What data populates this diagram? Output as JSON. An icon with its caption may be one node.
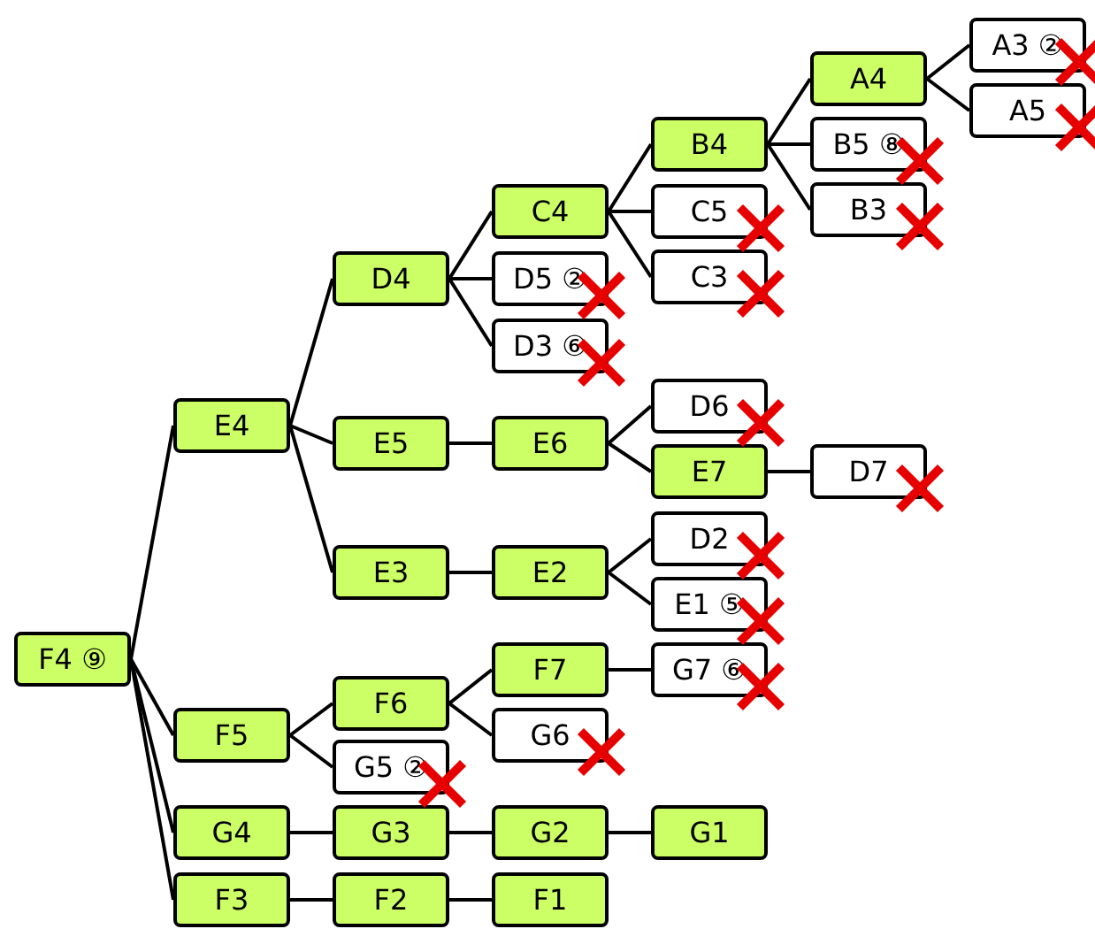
{
  "diagram": {
    "nodes": [
      {
        "text": [
          "F4 ⑨"
        ]
      },
      {
        "text": [
          "E4"
        ]
      },
      {
        "text": [
          "D4"
        ]
      },
      {
        "text": [
          "C4"
        ]
      },
      {
        "text": [
          "B4"
        ]
      },
      {
        "text": [
          "A4"
        ]
      },
      {
        "text": [
          "A3 ②"
        ]
      },
      {
        "text": [
          "A5"
        ]
      },
      {
        "text": [
          "B5 ⑧"
        ]
      },
      {
        "text": [
          "B3"
        ]
      },
      {
        "text": [
          "C5"
        ]
      },
      {
        "text": [
          "C3"
        ]
      },
      {
        "text": [
          "D5 ②"
        ]
      },
      {
        "text": [
          "D3 ⑥"
        ]
      },
      {
        "text": [
          "E5"
        ]
      },
      {
        "text": [
          "E6"
        ]
      },
      {
        "text": [
          "D6"
        ]
      },
      {
        "text": [
          "E7"
        ]
      },
      {
        "text": [
          "D7"
        ]
      },
      {
        "text": [
          "E3"
        ]
      },
      {
        "text": [
          "E2"
        ]
      },
      {
        "text": [
          "D2"
        ]
      },
      {
        "text": [
          "E1 ⑤"
        ]
      },
      {
        "text": [
          "F5"
        ]
      },
      {
        "text": [
          "F6"
        ]
      },
      {
        "text": [
          "F7"
        ]
      },
      {
        "text": [
          "G7 ⑥"
        ]
      },
      {
        "text": [
          "G6"
        ]
      },
      {
        "text": [
          "G5 ②"
        ]
      },
      {
        "text": [
          "G4"
        ]
      },
      {
        "text": [
          "G3"
        ]
      },
      {
        "text": [
          "G2"
        ]
      },
      {
        "text": [
          "G1"
        ]
      },
      {
        "text": [
          "F3"
        ]
      },
      {
        "text": [
          "F2"
        ]
      },
      {
        "text": [
          "F1"
        ]
      }
    ],
    "edges": [
      {
        "from": 0,
        "to": 1,
        "arrow": "none"
      },
      {
        "from": 1,
        "to": 2,
        "arrow": "none"
      },
      {
        "from": 2,
        "to": 3,
        "arrow": "none"
      },
      {
        "from": 3,
        "to": 4,
        "arrow": "none"
      },
      {
        "from": 4,
        "to": 5,
        "arrow": "none"
      },
      {
        "from": 5,
        "to": 6,
        "arrow": "none"
      },
      {
        "from": 5,
        "to": 7,
        "arrow": "none"
      },
      {
        "from": 4,
        "to": 8,
        "arrow": "none"
      },
      {
        "from": 4,
        "to": 9,
        "arrow": "none"
      },
      {
        "from": 3,
        "to": 10,
        "arrow": "none"
      },
      {
        "from": 3,
        "to": 11,
        "arrow": "none"
      },
      {
        "from": 2,
        "to": 12,
        "arrow": "none"
      },
      {
        "from": 2,
        "to": 13,
        "arrow": "none"
      },
      {
        "from": 1,
        "to": 14,
        "arrow": "none"
      },
      {
        "from": 14,
        "to": 15,
        "arrow": "none"
      },
      {
        "from": 15,
        "to": 16,
        "arrow": "none"
      },
      {
        "from": 15,
        "to": 17,
        "arrow": "none"
      },
      {
        "from": 17,
        "to": 18,
        "arrow": "none"
      },
      {
        "from": 1,
        "to": 19,
        "arrow": "none"
      },
      {
        "from": 19,
        "to": 20,
        "arrow": "none"
      },
      {
        "from": 20,
        "to": 21,
        "arrow": "none"
      },
      {
        "from": 20,
        "to": 22,
        "arrow": "none"
      },
      {
        "from": 0,
        "to": 23,
        "arrow": "none"
      },
      {
        "from": 23,
        "to": 24,
        "arrow": "none"
      },
      {
        "from": 24,
        "to": 25,
        "arrow": "none"
      },
      {
        "from": 25,
        "to": 26,
        "arrow": "none"
      },
      {
        "from": 24,
        "to": 27,
        "arrow": "none"
      },
      {
        "from": 23,
        "to": 28,
        "arrow": "none"
      },
      {
        "from": 0,
        "to": 29,
        "arrow": "none"
      },
      {
        "from": 29,
        "to": 30,
        "arrow": "none"
      },
      {
        "from": 30,
        "to": 31,
        "arrow": "none"
      },
      {
        "from": 31,
        "to": 32,
        "arrow": "none"
      },
      {
        "from": 0,
        "to": 33,
        "arrow": "none"
      },
      {
        "from": 33,
        "to": 34,
        "arrow": "none"
      },
      {
        "from": 34,
        "to": 35,
        "arrow": "none"
      }
    ]
  }
}
